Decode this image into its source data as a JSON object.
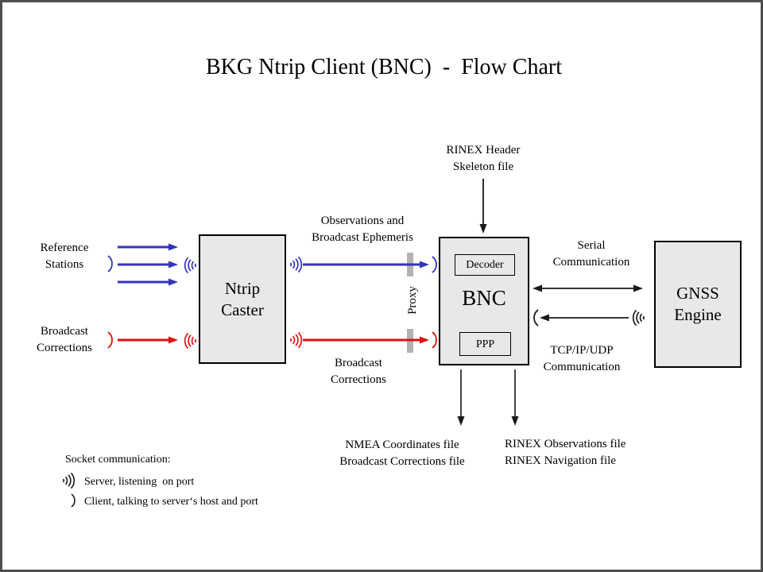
{
  "title": "BKG Ntrip Client (BNC)  -  Flow Chart",
  "colors": {
    "arrow_blue": "#3333bb",
    "arrow_red": "#dd1111",
    "arrow_black": "#1a1a1a",
    "box_fill": "#e8e8e8",
    "proxy_bar_gray": "#b3b3b3",
    "frame_border": "#4d4d4d"
  },
  "nodes": {
    "ntrip_caster": {
      "line1": "Ntrip",
      "line2": "Caster"
    },
    "bnc": {
      "label": "BNC",
      "decoder_label": "Decoder",
      "ppp_label": "PPP"
    },
    "gnss_engine": {
      "line1": "GNSS",
      "line2": "Engine"
    }
  },
  "labels": {
    "reference_stations": {
      "line1": "Reference",
      "line2": "Stations"
    },
    "broadcast_corrections_input": {
      "line1": "Broadcast",
      "line2": "Corrections"
    },
    "observations_ephemeris": {
      "line1": "Observations and",
      "line2": "Broadcast Ephemeris"
    },
    "broadcast_corrections_stream": {
      "line1": "Broadcast",
      "line2": "Corrections"
    },
    "rinex_header_skeleton": {
      "line1": "RINEX Header",
      "line2": "Skeleton file"
    },
    "serial_communication": {
      "line1": "Serial",
      "line2": "Communication"
    },
    "tcp_communication": {
      "line1": "TCP/IP/UDP",
      "line2": "Communication"
    },
    "proxy": "Proxy",
    "nmea_outputs": {
      "line1": "NMEA Coordinates file",
      "line2": "Broadcast Corrections file"
    },
    "rinex_outputs": {
      "line1": "RINEX Observations file",
      "line2": "RINEX Navigation file"
    }
  },
  "legend": {
    "title": "Socket communication:",
    "server_item": "Server, listening  on port",
    "client_item": "Client, talking to server‘s host and port"
  }
}
